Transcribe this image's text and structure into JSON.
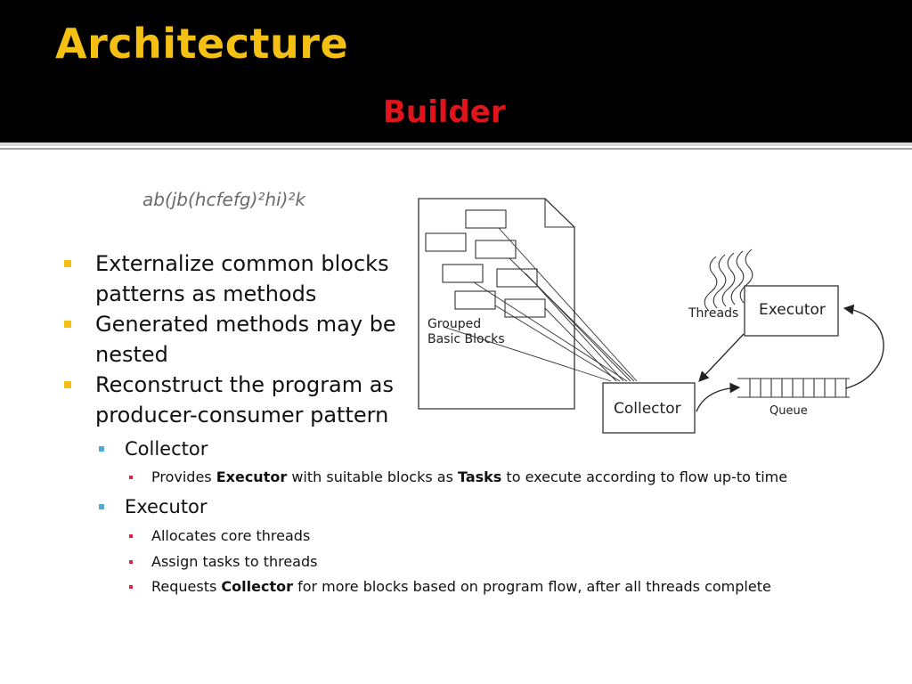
{
  "title": "Architecture",
  "subtitle": "Builder",
  "formula": "ab(jb(hcfefg)²hi)²k",
  "bullets": [
    "Externalize common blocks patterns as methods",
    "Generated methods may be nested",
    "Reconstruct the program as producer-consumer pattern"
  ],
  "collector": {
    "label": "Collector",
    "item1": {
      "pre": "Provides ",
      "b1": "Executor",
      "mid": " with suitable blocks as ",
      "b2": "Tasks",
      "post": " to execute according to flow up-to time"
    }
  },
  "executor": {
    "label": "Executor",
    "items": [
      "Allocates core threads",
      "Assign tasks to threads"
    ],
    "item3": {
      "pre": "Requests ",
      "bold": "Collector",
      "post": " for more blocks based on program flow, after all threads complete"
    }
  },
  "diagram": {
    "grouped_line1": "Grouped",
    "grouped_line2": "Basic Blocks",
    "threads": "Threads",
    "executor": "Executor",
    "collector": "Collector",
    "queue": "Queue"
  },
  "colors": {
    "header_bg": "#000000",
    "title": "#f5c014",
    "subtitle": "#e0141b",
    "bullet_level1": "#f5c014",
    "bullet_level2": "#4dabd6",
    "bullet_level3": "#d7263d"
  }
}
